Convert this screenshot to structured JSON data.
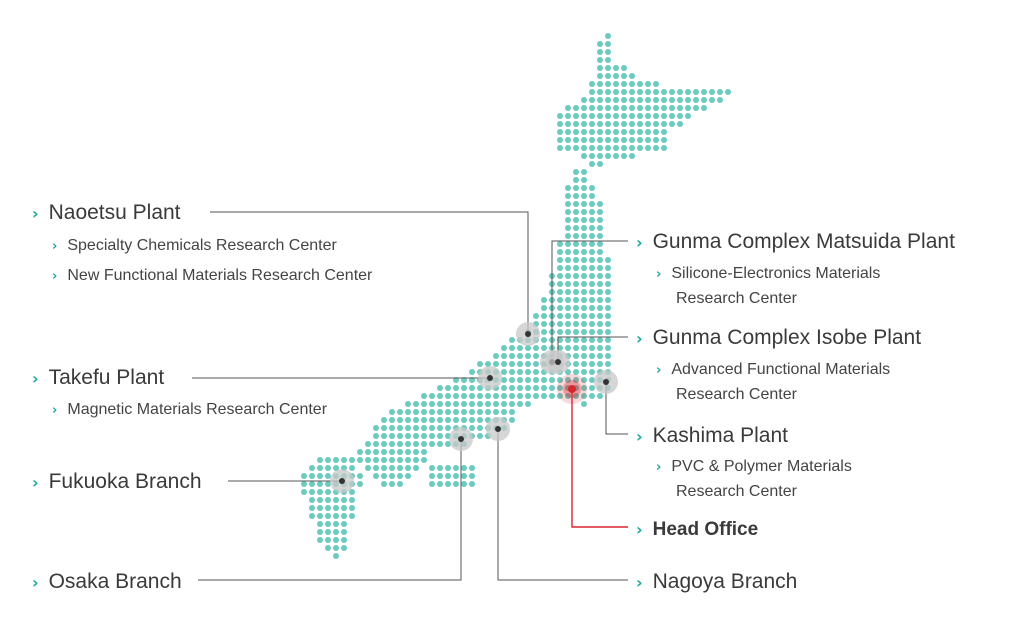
{
  "colors": {
    "dot": "#6ccbc1",
    "accent": "#1aa79a",
    "leader": "#555555",
    "head": "#d9262d",
    "halo": "#c8c8c8"
  },
  "icon": "chevron-right-icon",
  "labels": {
    "naoetsu": {
      "name": "Naoetsu Plant",
      "centers": [
        "Specialty Chemicals Research Center",
        "New Functional Materials Research Center"
      ]
    },
    "takefu": {
      "name": "Takefu Plant",
      "centers": [
        "Magnetic Materials Research Center"
      ]
    },
    "fukuoka": {
      "name": "Fukuoka Branch"
    },
    "osaka": {
      "name": "Osaka Branch"
    },
    "matsuida": {
      "name": "Gunma Complex Matsuida Plant",
      "center1": "Silicone-Electronics Materials",
      "center2": "Research Center"
    },
    "isobe": {
      "name": "Gunma Complex Isobe Plant",
      "center1": "Advanced Functional Materials",
      "center2": "Research Center"
    },
    "kashima": {
      "name": "Kashima Plant",
      "center1": "PVC & Polymer Materials",
      "center2": "Research Center"
    },
    "head": {
      "name": "Head Office"
    },
    "nagoya": {
      "name": "Nagoya Branch"
    }
  }
}
